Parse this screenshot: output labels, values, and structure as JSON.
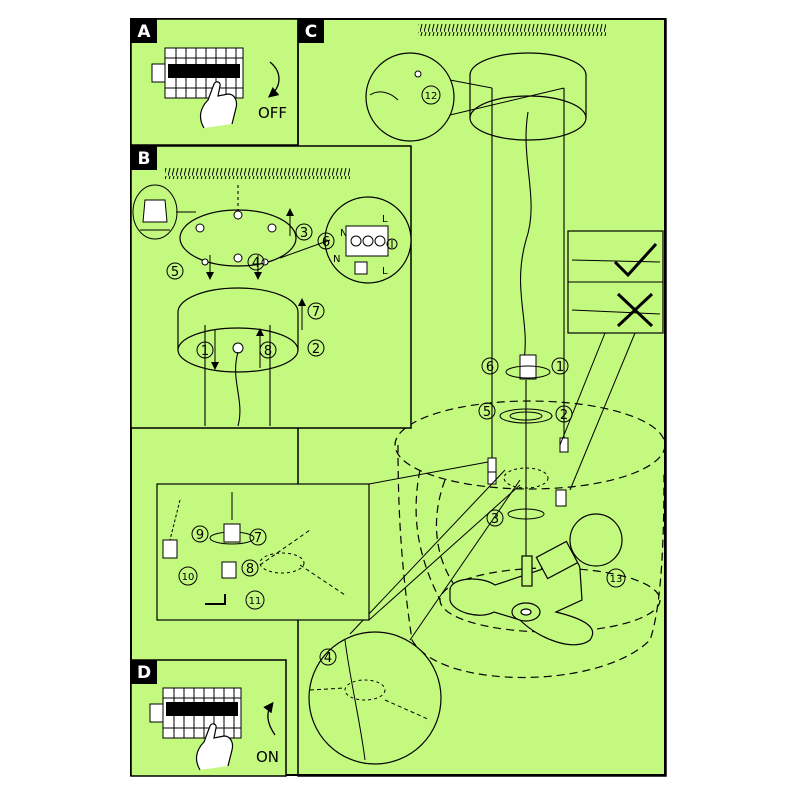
{
  "panels": {
    "a": {
      "letter": "A",
      "switch_label": "OFF"
    },
    "b": {
      "letter": "B"
    },
    "c": {
      "letter": "C"
    },
    "d": {
      "letter": "D",
      "switch_label": "ON"
    }
  },
  "callouts": {
    "n1": "1",
    "n2": "2",
    "n3": "3",
    "n4": "4",
    "n5": "5",
    "n6": "6",
    "n7": "7",
    "n8": "8",
    "n9": "9",
    "n10": "10",
    "n11": "11",
    "n12": "12",
    "n13": "13"
  },
  "terminal_labels": {
    "n": "N",
    "l": "L"
  },
  "colors": {
    "sheet": "#c4f97f",
    "line": "#000000",
    "panel_bg": "#c4f97f"
  },
  "icons": [
    "breaker-switch-icon",
    "hand-pointer-icon",
    "rotate-arrow-icon",
    "check-mark-icon",
    "cross-mark-icon",
    "ground-symbol-icon",
    "wall-plug-icon"
  ]
}
